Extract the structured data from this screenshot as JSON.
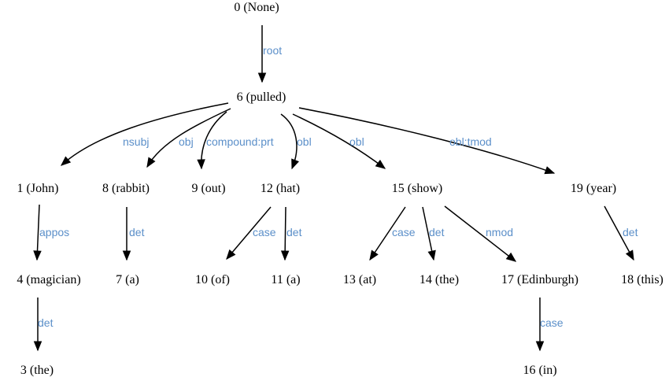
{
  "colors": {
    "edge_label": "#5B8FC9",
    "node_text": "#000000",
    "edge": "#000000",
    "background": "#ffffff"
  },
  "nodes": {
    "n0": {
      "label": "0 (None)"
    },
    "n6": {
      "label": "6 (pulled)"
    },
    "n1": {
      "label": "1 (John)"
    },
    "n8": {
      "label": "8 (rabbit)"
    },
    "n9": {
      "label": "9 (out)"
    },
    "n12": {
      "label": "12 (hat)"
    },
    "n15": {
      "label": "15 (show)"
    },
    "n19": {
      "label": "19 (year)"
    },
    "n4": {
      "label": "4 (magician)"
    },
    "n7": {
      "label": "7 (a)"
    },
    "n10": {
      "label": "10 (of)"
    },
    "n11": {
      "label": "11 (a)"
    },
    "n13": {
      "label": "13 (at)"
    },
    "n14": {
      "label": "14 (the)"
    },
    "n17": {
      "label": "17 (Edinburgh)"
    },
    "n18": {
      "label": "18 (this)"
    },
    "n3": {
      "label": "3 (the)"
    },
    "n16": {
      "label": "16 (in)"
    }
  },
  "edges": [
    {
      "id": "e-0-6",
      "from": "n0",
      "to": "n6",
      "label": "root"
    },
    {
      "id": "e-6-1",
      "from": "n6",
      "to": "n1",
      "label": "nsubj"
    },
    {
      "id": "e-6-8",
      "from": "n6",
      "to": "n8",
      "label": "obj"
    },
    {
      "id": "e-6-9",
      "from": "n6",
      "to": "n9",
      "label": "compound:prt"
    },
    {
      "id": "e-6-12",
      "from": "n6",
      "to": "n12",
      "label": "obl"
    },
    {
      "id": "e-6-15",
      "from": "n6",
      "to": "n15",
      "label": "obl"
    },
    {
      "id": "e-6-19",
      "from": "n6",
      "to": "n19",
      "label": "obl:tmod"
    },
    {
      "id": "e-1-4",
      "from": "n1",
      "to": "n4",
      "label": "appos"
    },
    {
      "id": "e-8-7",
      "from": "n8",
      "to": "n7",
      "label": "det"
    },
    {
      "id": "e-12-10",
      "from": "n12",
      "to": "n10",
      "label": "case"
    },
    {
      "id": "e-12-11",
      "from": "n12",
      "to": "n11",
      "label": "det"
    },
    {
      "id": "e-15-13",
      "from": "n15",
      "to": "n13",
      "label": "case"
    },
    {
      "id": "e-15-14",
      "from": "n15",
      "to": "n14",
      "label": "det"
    },
    {
      "id": "e-15-17",
      "from": "n15",
      "to": "n17",
      "label": "nmod"
    },
    {
      "id": "e-19-18",
      "from": "n19",
      "to": "n18",
      "label": "det"
    },
    {
      "id": "e-4-3",
      "from": "n4",
      "to": "n3",
      "label": "det"
    },
    {
      "id": "e-17-16",
      "from": "n17",
      "to": "n16",
      "label": "case"
    }
  ]
}
